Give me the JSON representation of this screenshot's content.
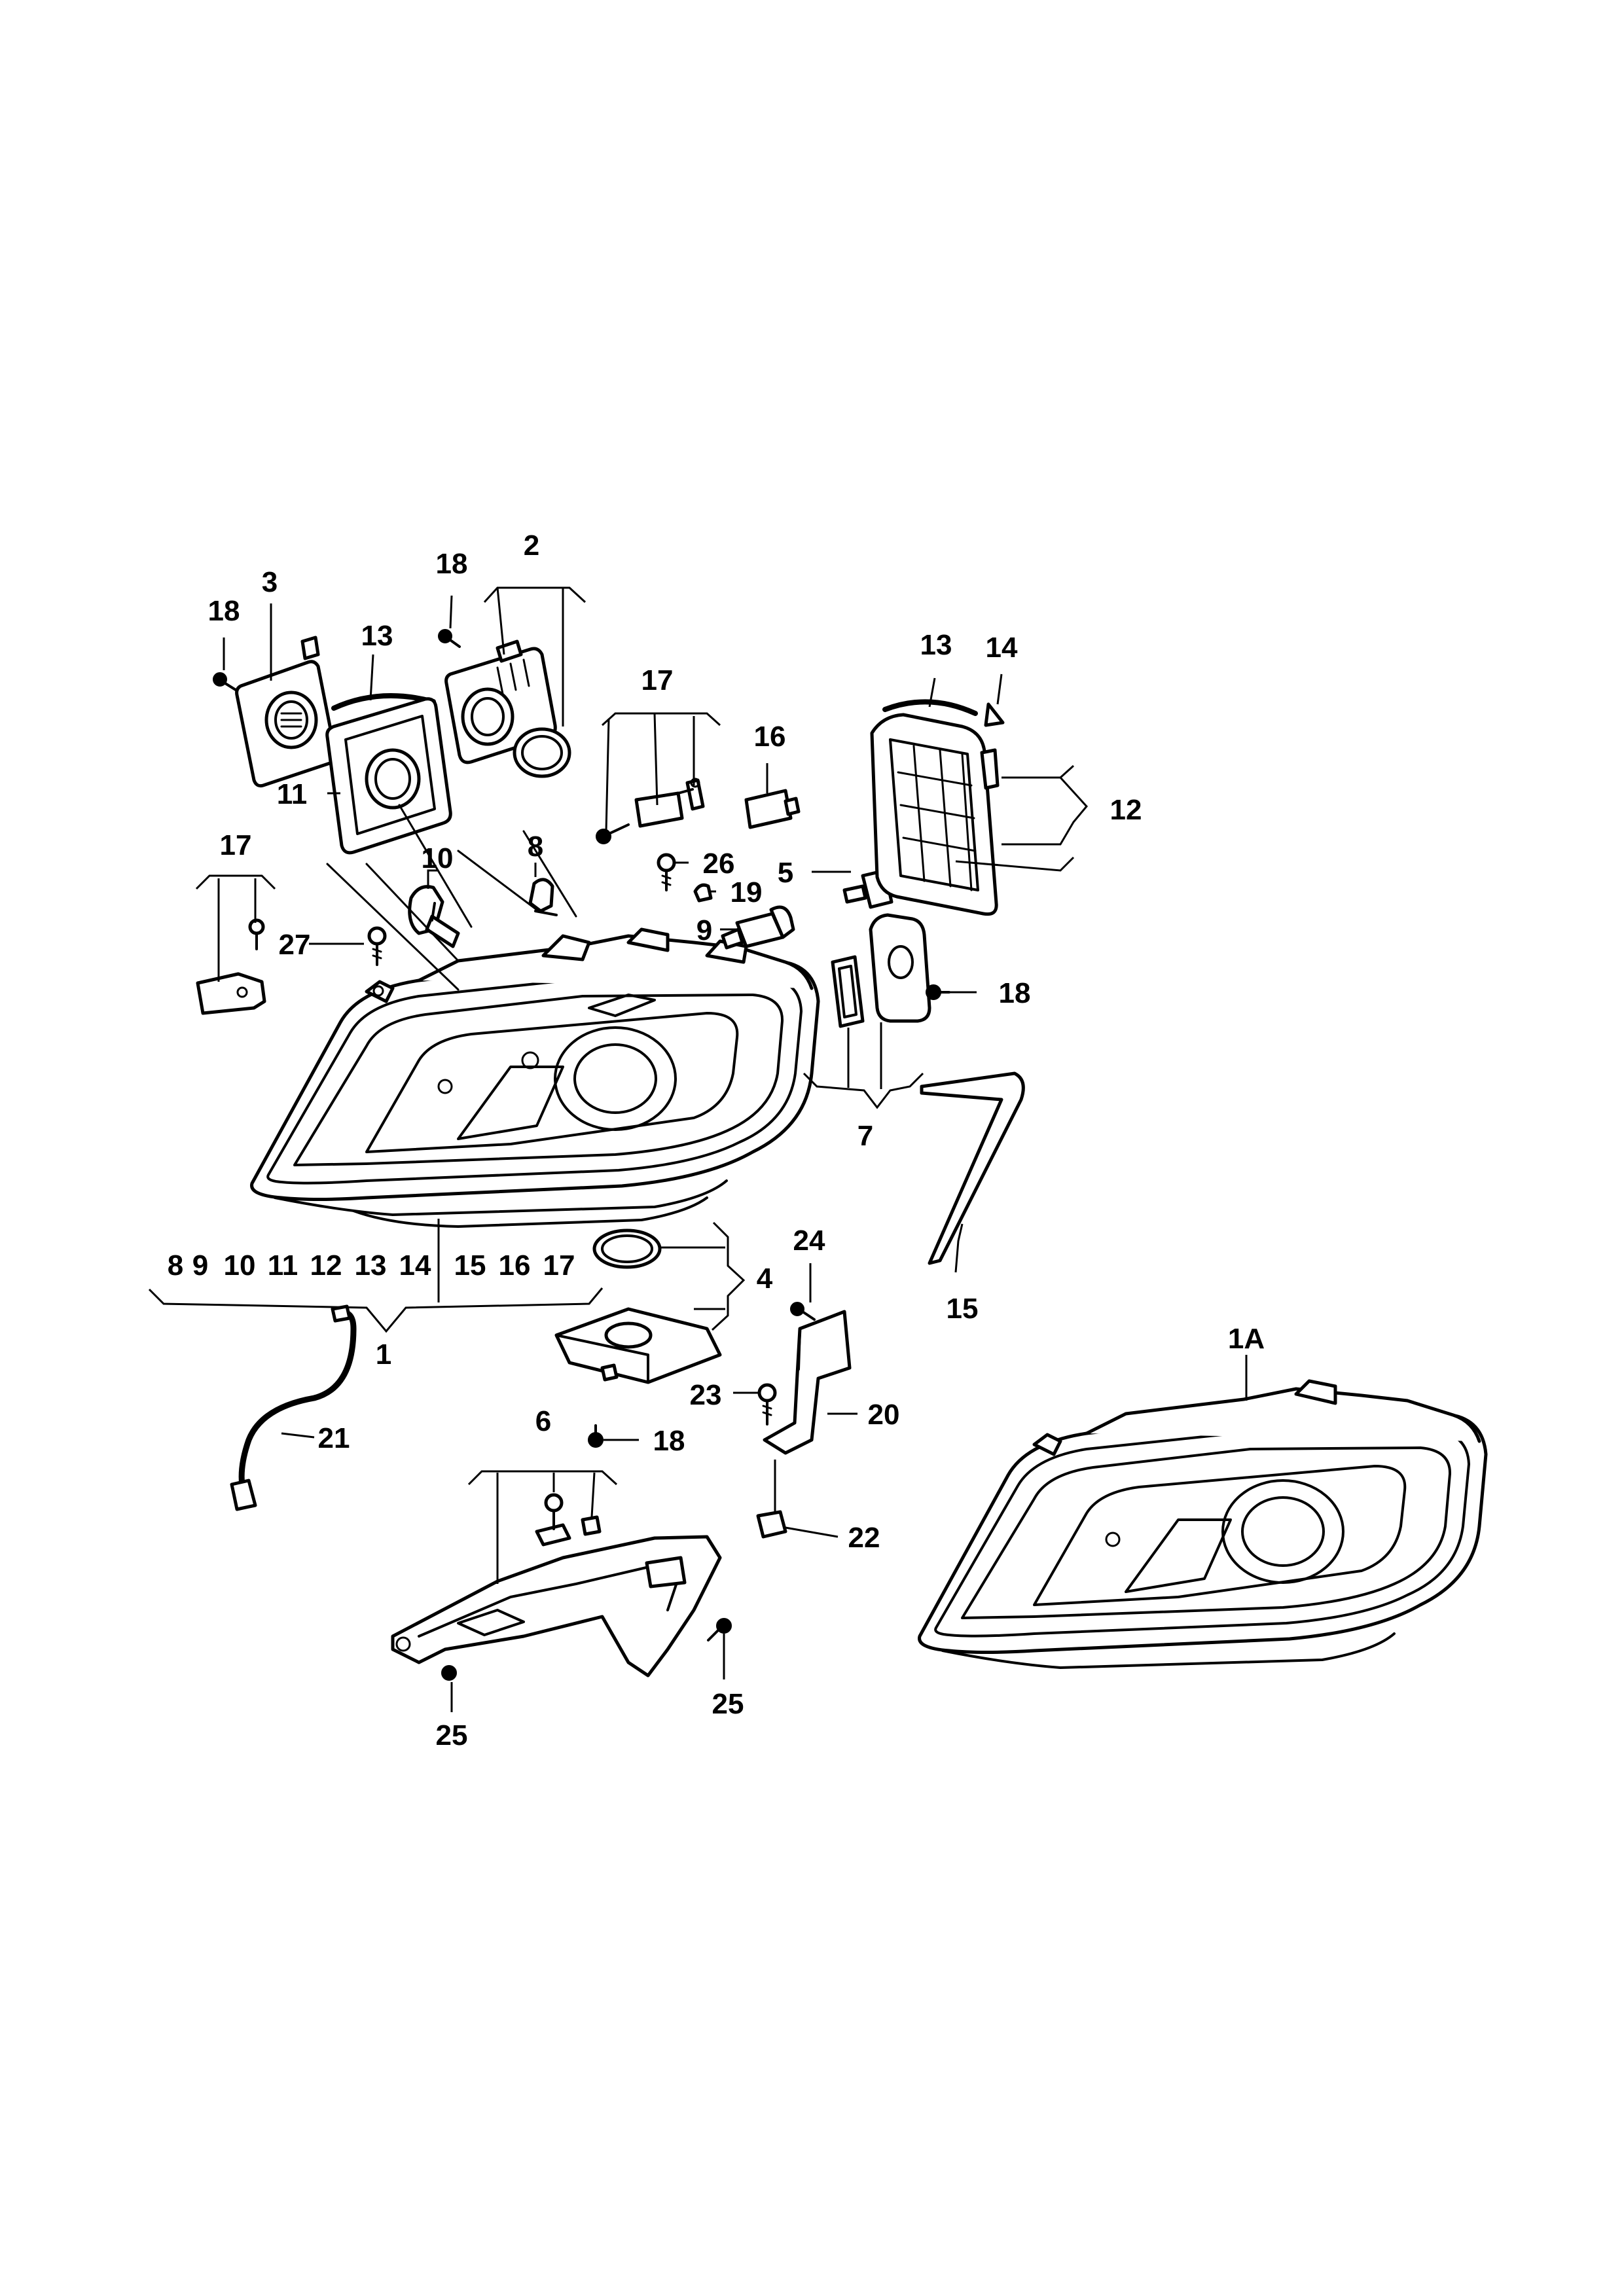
{
  "colors": {
    "background": "#ffffff",
    "line": "#000000"
  },
  "callouts": {
    "c1": "1",
    "c1a": "1A",
    "c2": "2",
    "c3": "3",
    "c4": "4",
    "c5": "5",
    "c6": "6",
    "c7": "7",
    "c8": "8",
    "c9": "9",
    "c10": "10",
    "c11": "11",
    "c12": "12",
    "c13a": "13",
    "c13b": "13",
    "c14": "14",
    "c15": "15",
    "c16": "16",
    "c17a": "17",
    "c17b": "17",
    "c18a": "18",
    "c18b": "18",
    "c18c": "18",
    "c18d": "18",
    "c19": "19",
    "c20": "20",
    "c21": "21",
    "c22": "22",
    "c23": "23",
    "c24": "24",
    "c25a": "25",
    "c25b": "25",
    "c26": "26",
    "c27": "27"
  },
  "assembly_contents": {
    "n8": "8",
    "n9": "9",
    "n10": "10",
    "n11": "11",
    "n12": "12",
    "n13": "13",
    "n14": "14",
    "n15": "15",
    "n16": "16",
    "n17": "17"
  }
}
